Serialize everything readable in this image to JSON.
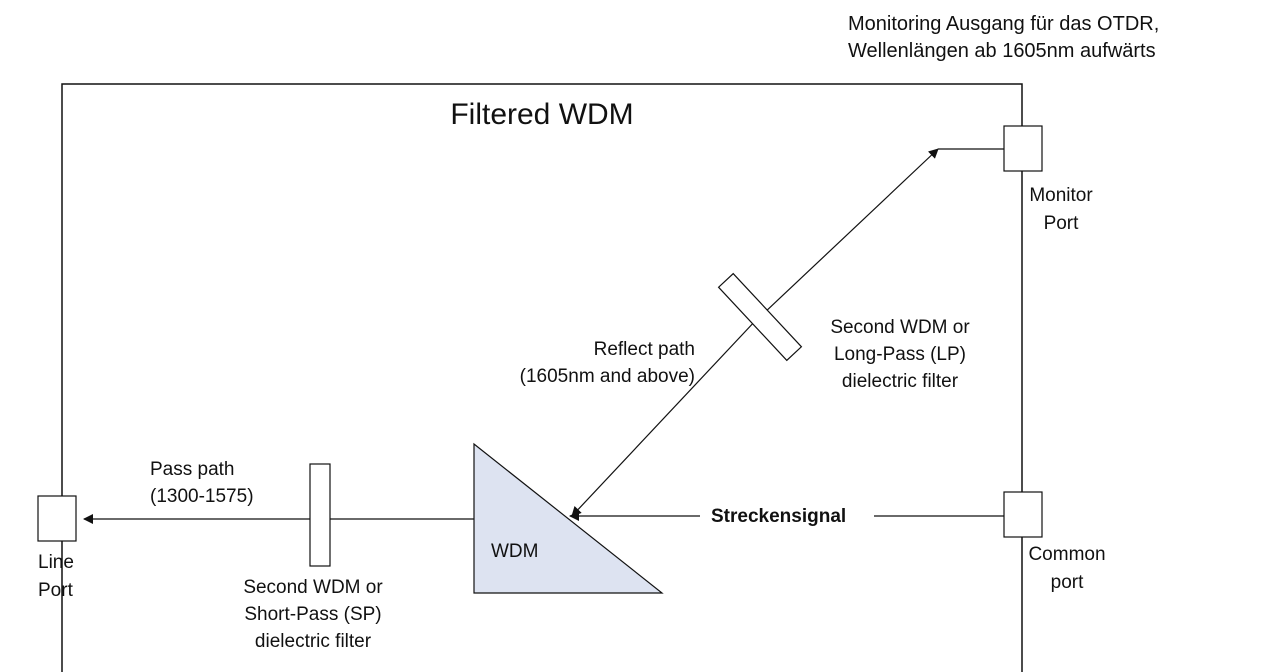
{
  "header_note": {
    "line1": "Monitoring Ausgang für das OTDR,",
    "line2": "Wellenlängen ab 1605nm aufwärts"
  },
  "box_title": "Filtered WDM",
  "wdm": {
    "label": "WDM",
    "fill_color": "#dde3f1"
  },
  "signal_label": "Streckensignal",
  "pass_path": {
    "line1": "Pass path",
    "line2": "(1300-1575)"
  },
  "reflect_path": {
    "line1": "Reflect path",
    "line2": "(1605nm and above)"
  },
  "sp_filter": {
    "line1": "Second WDM or",
    "line2": "Short-Pass (SP)",
    "line3": "dielectric filter"
  },
  "lp_filter": {
    "line1": "Second WDM or",
    "line2": "Long-Pass (LP)",
    "line3": "dielectric filter"
  },
  "ports": {
    "monitor": {
      "line1": "Monitor",
      "line2": "Port"
    },
    "common": {
      "line1": "Common",
      "line2": "port"
    },
    "line": {
      "line1": "Line",
      "line2": "Port"
    }
  }
}
